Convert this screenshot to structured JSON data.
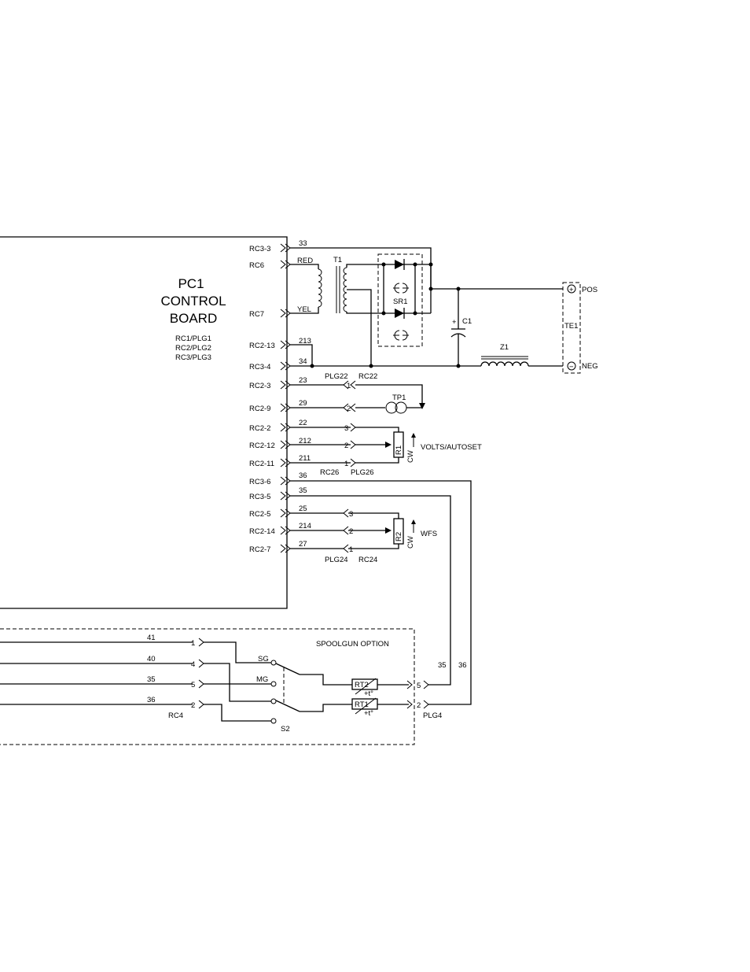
{
  "board": {
    "title_line1": "PC1",
    "title_line2": "CONTROL",
    "title_line3": "BOARD",
    "sub1": "RC1/PLG1",
    "sub2": "RC2/PLG2",
    "sub3": "RC3/PLG3"
  },
  "pins": {
    "rc3_3": "RC3-3",
    "rc6": "RC6",
    "rc7": "RC7",
    "rc2_13": "RC2-13",
    "rc3_4": "RC3-4",
    "rc2_3": "RC2-3",
    "rc2_9": "RC2-9",
    "rc2_2": "RC2-2",
    "rc2_12": "RC2-12",
    "rc2_11": "RC2-11",
    "rc3_6": "RC3-6",
    "rc3_5": "RC3-5",
    "rc2_5": "RC2-5",
    "rc2_14": "RC2-14",
    "rc2_7": "RC2-7"
  },
  "wires": {
    "w33": "33",
    "red": "RED",
    "yel": "YEL",
    "w213": "213",
    "w34": "34",
    "w23": "23",
    "w29": "29",
    "w22": "22",
    "w212": "212",
    "w211": "211",
    "w36": "36",
    "w35": "35",
    "w25": "25",
    "w214": "214",
    "w27": "27",
    "w41": "41",
    "w40": "40",
    "w35b": "35",
    "w36b": "36",
    "w35c": "35",
    "w36c": "36"
  },
  "components": {
    "t1": "T1",
    "sr1": "SR1",
    "c1": "C1",
    "c1_plus": "+",
    "z1": "Z1",
    "te1": "TE1",
    "pos": "POS",
    "neg": "NEG",
    "pos_sym": "+",
    "neg_sym": "−",
    "tp1": "TP1",
    "r1": "R1",
    "r2": "R2",
    "cw1": "CW",
    "cw2": "CW",
    "volts": "VOLTS/AUTOSET",
    "wfs": "WFS",
    "rt2": "RT2",
    "rt1": "RT1",
    "rt2_t": "+t°",
    "rt1_t": "+t°",
    "sg": "SG",
    "mg": "MG",
    "s2": "S2"
  },
  "connectors": {
    "plg22": "PLG22",
    "rc22": "RC22",
    "rc26": "RC26",
    "plg26": "PLG26",
    "plg24": "PLG24",
    "rc24": "RC24",
    "rc4": "RC4",
    "plg4": "PLG4",
    "spoolgun": "SPOOLGUN  OPTION"
  },
  "pin_numbers": {
    "p1a": "1",
    "p2a": "2",
    "p3b": "3",
    "p2b": "2",
    "p1b": "1",
    "p3c": "3",
    "p2c": "2",
    "p1c": "1",
    "rc4_1": "1",
    "rc4_4": "4",
    "rc4_5": "5",
    "rc4_2": "2",
    "plg4_5": "5",
    "plg4_2": "2"
  }
}
